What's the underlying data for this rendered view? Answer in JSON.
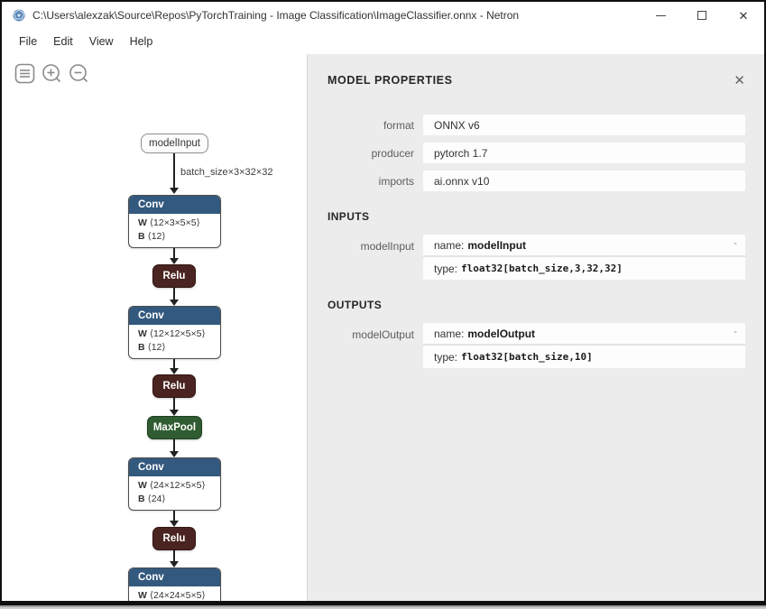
{
  "window": {
    "title": "C:\\Users\\alexzak\\Source\\Repos\\PyTorchTraining - Image Classification\\ImageClassifier.onnx - Netron",
    "close_glyph": "✕"
  },
  "menu": {
    "file": "File",
    "edit": "Edit",
    "view": "View",
    "help": "Help"
  },
  "toolbar": {
    "icons": [
      "hamburger-menu-icon",
      "zoom-in-icon",
      "zoom-out-icon"
    ]
  },
  "graph": {
    "edge_label": "batch_size×3×32×32",
    "colors": {
      "layer_header": "#33597e",
      "activation": "#4a2420",
      "pool": "#2f5c31"
    },
    "nodes": {
      "model_input": {
        "label": "modelInput"
      },
      "conv1": {
        "label": "Conv",
        "w_key": "W",
        "w": "⟨12×3×5×5⟩",
        "b_key": "B",
        "b": "⟨12⟩"
      },
      "relu1": {
        "label": "Relu"
      },
      "conv2": {
        "label": "Conv",
        "w_key": "W",
        "w": "⟨12×12×5×5⟩",
        "b_key": "B",
        "b": "⟨12⟩"
      },
      "relu2": {
        "label": "Relu"
      },
      "maxpool": {
        "label": "MaxPool"
      },
      "conv3": {
        "label": "Conv",
        "w_key": "W",
        "w": "⟨24×12×5×5⟩",
        "b_key": "B",
        "b": "⟨24⟩"
      },
      "relu3": {
        "label": "Relu"
      },
      "conv4": {
        "label": "Conv",
        "w_key": "W",
        "w": "⟨24×24×5×5⟩"
      }
    }
  },
  "panel": {
    "title": "MODEL PROPERTIES",
    "close_glyph": "✕",
    "properties": [
      {
        "label": "format",
        "value": "ONNX v6"
      },
      {
        "label": "producer",
        "value": "pytorch 1.7"
      },
      {
        "label": "imports",
        "value": "ai.onnx v10"
      }
    ],
    "inputs": {
      "title": "INPUTS",
      "items": [
        {
          "label": "modelInput",
          "name_key": "name:",
          "name": "modelInput",
          "type_key": "type:",
          "type": "float32[batch_size,3,32,32]",
          "collapse_glyph": "-"
        }
      ]
    },
    "outputs": {
      "title": "OUTPUTS",
      "items": [
        {
          "label": "modelOutput",
          "name_key": "name:",
          "name": "modelOutput",
          "type_key": "type:",
          "type": "float32[batch_size,10]",
          "collapse_glyph": "-"
        }
      ]
    }
  }
}
